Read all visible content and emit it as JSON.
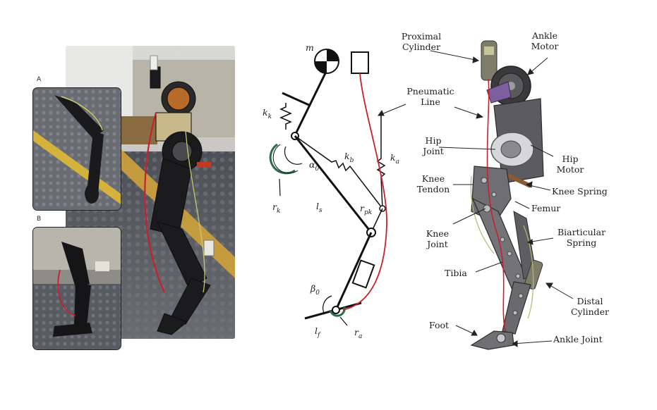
{
  "inset_labels": {
    "a": "A",
    "b": "B"
  },
  "symbols": {
    "m": "m",
    "k_k": "k",
    "k_k_sub": "k",
    "r_k": "r",
    "r_k_sub": "k",
    "alpha0": "α",
    "alpha0_sub": "0",
    "k_b": "k",
    "k_b_sub": "b",
    "k_a": "k",
    "k_a_sub": "a",
    "l_s": "l",
    "l_s_sub": "s",
    "r_pk": "r",
    "r_pk_sub": "pk",
    "beta0": "β",
    "beta0_sub": "0",
    "l_f": "l",
    "l_f_sub": "f",
    "r_a": "r",
    "r_a_sub": "a"
  },
  "labels": {
    "proximal_cylinder": [
      "Proximal",
      "Cylinder"
    ],
    "ankle_motor": [
      "Ankle",
      "Motor"
    ],
    "pneumatic_line": [
      "Pneumatic",
      "Line"
    ],
    "hip_joint": [
      "Hip",
      "Joint"
    ],
    "hip_motor": [
      "Hip",
      "Motor"
    ],
    "knee_tendon": [
      "Knee",
      "Tendon"
    ],
    "knee_spring": "Knee Spring",
    "femur": "Femur",
    "knee_joint": [
      "Knee",
      "Joint"
    ],
    "biarticular_spring": [
      "Biarticular",
      "Spring"
    ],
    "tibia": "Tibia",
    "distal_cylinder": [
      "Distal",
      "Cylinder"
    ],
    "foot": "Foot",
    "ankle_joint": "Ankle Joint"
  },
  "colors": {
    "pneumatic_line": "#c8202c",
    "link": "#111111",
    "spring_arc": "#2e6b4a",
    "cad_metal": "#6f6f73",
    "floor": "#5d5f66"
  }
}
